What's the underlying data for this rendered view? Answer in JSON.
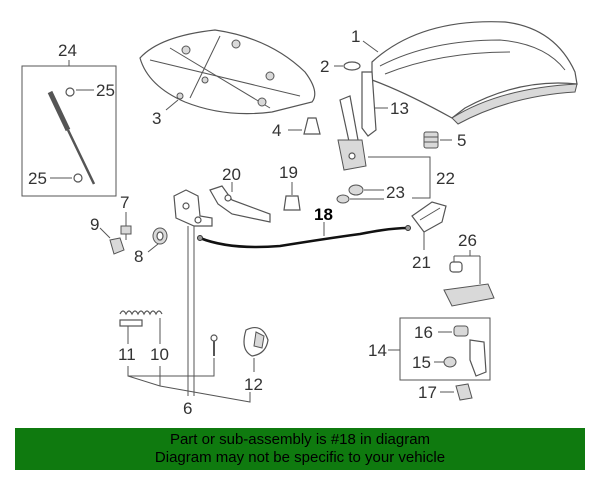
{
  "callouts": {
    "c1": "1",
    "c2": "2",
    "c3": "3",
    "c4": "4",
    "c5": "5",
    "c6": "6",
    "c7": "7",
    "c8": "8",
    "c9": "9",
    "c10": "10",
    "c11": "11",
    "c12": "12",
    "c13": "13",
    "c14": "14",
    "c15": "15",
    "c16": "16",
    "c17": "17",
    "c18": "18",
    "c19": "19",
    "c20": "20",
    "c21": "21",
    "c22": "22",
    "c23": "23",
    "c24": "24",
    "c25a": "25",
    "c25b": "25",
    "c26": "26"
  },
  "highlighted_part": "18",
  "banner": {
    "line1": "Part or sub-assembly is #18 in diagram",
    "line2": "Diagram may not be specific to your vehicle",
    "color": "#0f7a0f"
  }
}
